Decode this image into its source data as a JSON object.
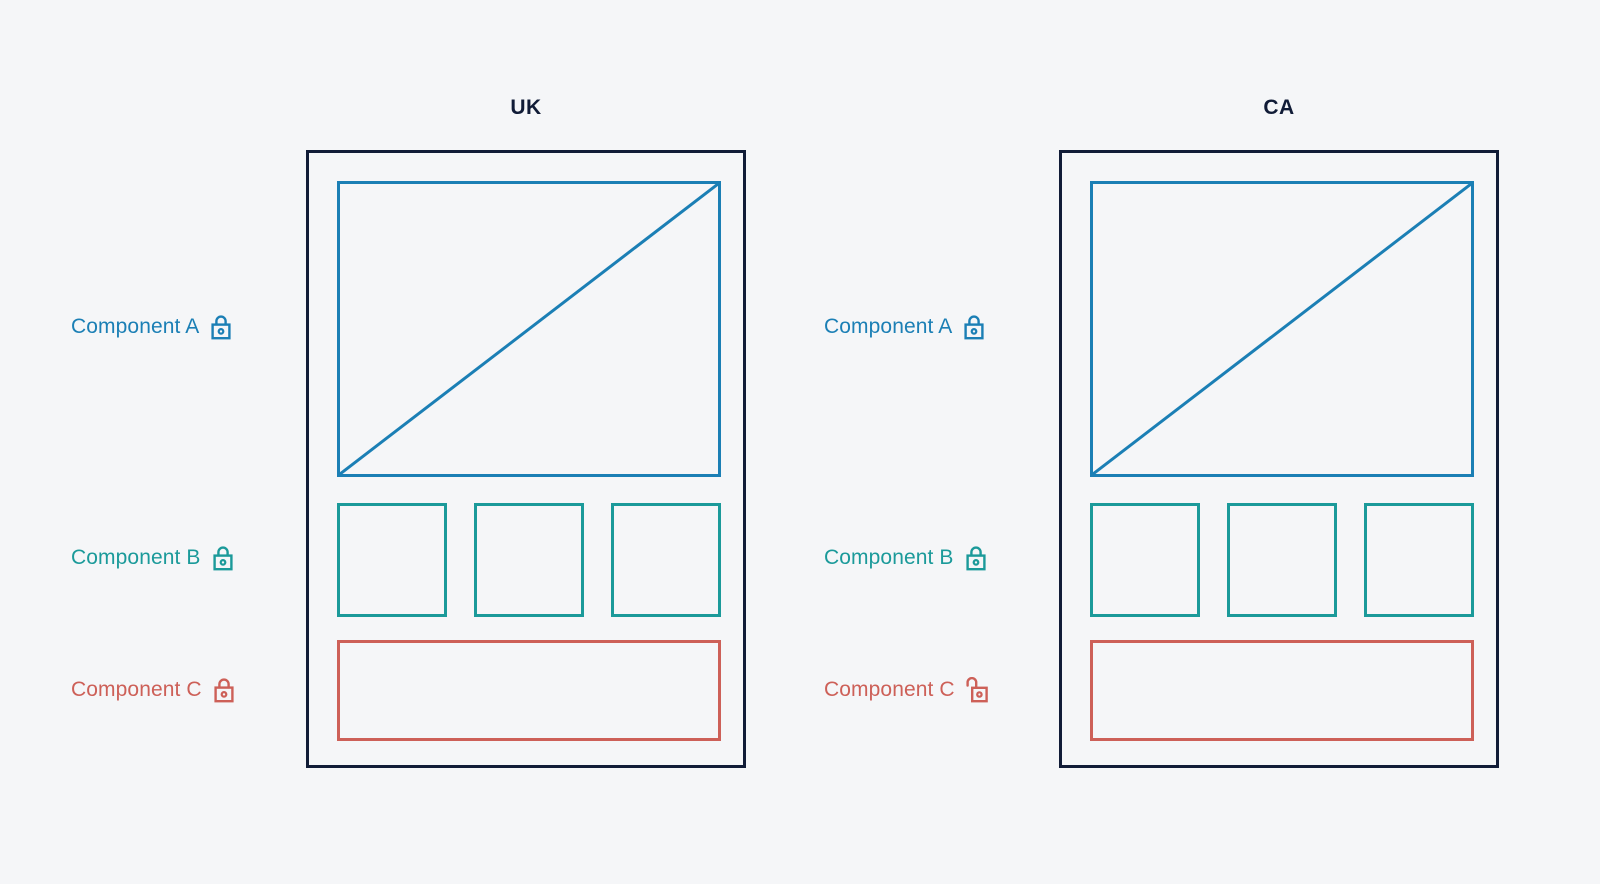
{
  "background_color": "#f5f6f8",
  "colors": {
    "frame": "#111c37",
    "title": "#111c37",
    "component_a": "#1b7fb5",
    "component_b": "#1b9a9a",
    "component_c": "#cd6058"
  },
  "groups": [
    {
      "id": "uk",
      "title": "UK",
      "components": [
        {
          "id": "a",
          "label": "Component A",
          "color": "#1b7fb5",
          "lock_state": "locked",
          "lock_icon": "padlock-closed-icon",
          "shape": "rectangle-with-diagonal",
          "cells": 1
        },
        {
          "id": "b",
          "label": "Component B",
          "color": "#1b9a9a",
          "lock_state": "locked",
          "lock_icon": "padlock-closed-icon",
          "shape": "square-row",
          "cells": 3
        },
        {
          "id": "c",
          "label": "Component C",
          "color": "#cd6058",
          "lock_state": "locked",
          "lock_icon": "padlock-closed-icon",
          "shape": "wide-rectangle",
          "cells": 1
        }
      ]
    },
    {
      "id": "ca",
      "title": "CA",
      "components": [
        {
          "id": "a",
          "label": "Component A",
          "color": "#1b7fb5",
          "lock_state": "locked",
          "lock_icon": "padlock-closed-icon",
          "shape": "rectangle-with-diagonal",
          "cells": 1
        },
        {
          "id": "b",
          "label": "Component B",
          "color": "#1b9a9a",
          "lock_state": "locked",
          "lock_icon": "padlock-closed-icon",
          "shape": "square-row",
          "cells": 3
        },
        {
          "id": "c",
          "label": "Component C",
          "color": "#cd6058",
          "lock_state": "unlocked",
          "lock_icon": "padlock-open-icon",
          "shape": "wide-rectangle",
          "cells": 1
        }
      ]
    }
  ]
}
